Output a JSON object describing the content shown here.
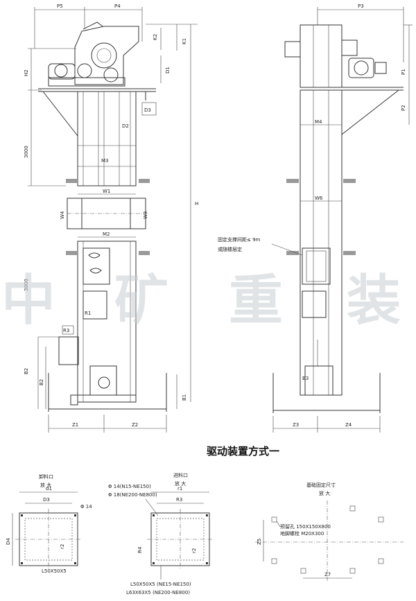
{
  "drawing": {
    "caption": "驱动装置方式一",
    "watermark": [
      "中",
      "矿",
      "重",
      "装"
    ]
  },
  "front_view": {
    "dims_top": [
      "P5",
      "P4"
    ],
    "dims_right": [
      "K1",
      "K2",
      "D1",
      "D3",
      "H"
    ],
    "dims_left": [
      "H2",
      "3000",
      "3000",
      "B2",
      "B2"
    ],
    "inner_labels": [
      "M3",
      "D2",
      "W1",
      "W4",
      "W3",
      "M2",
      "R1",
      "R3",
      "B1"
    ],
    "dims_bottom": [
      "Z1",
      "Z2"
    ]
  },
  "side_view": {
    "dims_top": [
      "P3"
    ],
    "dims_right": [
      "P1",
      "P2"
    ],
    "inner_labels": [
      "M4",
      "W6",
      "B3"
    ],
    "note_lines": [
      "固定支撑间距≤ 9m",
      "或随楼层定"
    ],
    "dims_bottom": [
      "Z3",
      "Z4"
    ]
  },
  "detail_outlet": {
    "title": "卸料口",
    "subtitle": "放 大",
    "dims": [
      "d1",
      "D3",
      "Φ 14",
      "D4",
      "r2"
    ],
    "angle_label": "L50X50X5"
  },
  "detail_inlet": {
    "title": "进料口",
    "subtitle": "放 大",
    "dims": [
      "r1",
      "R3",
      "R4",
      "r2"
    ],
    "bolt_notes": [
      "Φ 14(N15-NE150)",
      "Φ 18(NE200-NE800)"
    ],
    "angle_notes": [
      "L50X50X5 (NE15-NE150)",
      "L63X63X5 (NE200-NE800)"
    ]
  },
  "detail_foundation": {
    "title": "基础固定尺寸",
    "subtitle": "放 大",
    "notes": [
      "预留孔  150X150X800",
      "地脚螺栓  M20X300"
    ],
    "dims": [
      "Z7",
      "Z5"
    ]
  }
}
